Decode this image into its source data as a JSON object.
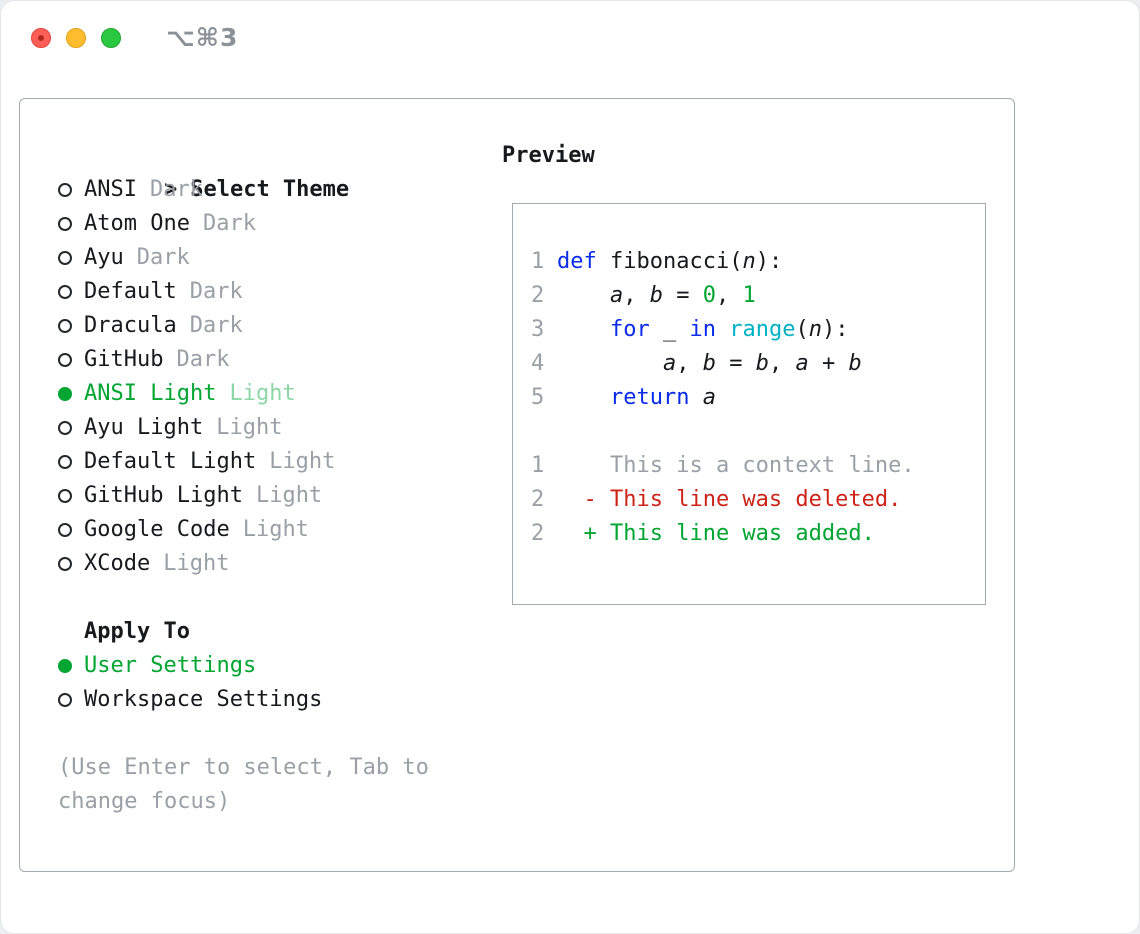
{
  "window": {
    "shortcut": "⌥⌘3"
  },
  "theme_selector": {
    "title_prefix": ">",
    "title": "Select Theme",
    "items": [
      {
        "name": "ANSI",
        "variant": "Dark",
        "selected": false
      },
      {
        "name": "Atom One",
        "variant": "Dark",
        "selected": false
      },
      {
        "name": "Ayu",
        "variant": "Dark",
        "selected": false
      },
      {
        "name": "Default",
        "variant": "Dark",
        "selected": false
      },
      {
        "name": "Dracula",
        "variant": "Dark",
        "selected": false
      },
      {
        "name": "GitHub",
        "variant": "Dark",
        "selected": false
      },
      {
        "name": "ANSI Light",
        "variant": "Light",
        "selected": true
      },
      {
        "name": "Ayu Light",
        "variant": "Light",
        "selected": false
      },
      {
        "name": "Default Light",
        "variant": "Light",
        "selected": false
      },
      {
        "name": "GitHub Light",
        "variant": "Light",
        "selected": false
      },
      {
        "name": "Google Code",
        "variant": "Light",
        "selected": false
      },
      {
        "name": "XCode",
        "variant": "Light",
        "selected": false
      }
    ],
    "apply_to": {
      "title": "Apply To",
      "options": [
        {
          "label": "User Settings",
          "selected": true
        },
        {
          "label": "Workspace Settings",
          "selected": false
        }
      ]
    },
    "hint": "(Use Enter to select, Tab to change focus)"
  },
  "preview": {
    "title": "Preview",
    "lines": [
      {
        "num": "1",
        "tokens": [
          {
            "t": "def",
            "c": "kw"
          },
          {
            "t": " fibonacci(",
            "c": "pl"
          },
          {
            "t": "n",
            "c": "va"
          },
          {
            "t": "):",
            "c": "pl"
          }
        ]
      },
      {
        "num": "2",
        "tokens": [
          {
            "t": "    ",
            "c": "pl"
          },
          {
            "t": "a",
            "c": "va"
          },
          {
            "t": ", ",
            "c": "pl"
          },
          {
            "t": "b",
            "c": "va"
          },
          {
            "t": " = ",
            "c": "pl"
          },
          {
            "t": "0",
            "c": "nu"
          },
          {
            "t": ", ",
            "c": "pl"
          },
          {
            "t": "1",
            "c": "nu"
          }
        ]
      },
      {
        "num": "3",
        "tokens": [
          {
            "t": "    ",
            "c": "pl"
          },
          {
            "t": "for",
            "c": "kw"
          },
          {
            "t": " ",
            "c": "pl"
          },
          {
            "t": "_",
            "c": "va"
          },
          {
            "t": " ",
            "c": "pl"
          },
          {
            "t": "in",
            "c": "kw"
          },
          {
            "t": " ",
            "c": "pl"
          },
          {
            "t": "range",
            "c": "fn"
          },
          {
            "t": "(",
            "c": "pl"
          },
          {
            "t": "n",
            "c": "va"
          },
          {
            "t": "):",
            "c": "pl"
          }
        ]
      },
      {
        "num": "4",
        "tokens": [
          {
            "t": "        ",
            "c": "pl"
          },
          {
            "t": "a",
            "c": "va"
          },
          {
            "t": ", ",
            "c": "pl"
          },
          {
            "t": "b",
            "c": "va"
          },
          {
            "t": " = ",
            "c": "pl"
          },
          {
            "t": "b",
            "c": "va"
          },
          {
            "t": ", ",
            "c": "pl"
          },
          {
            "t": "a",
            "c": "va"
          },
          {
            "t": " + ",
            "c": "pl"
          },
          {
            "t": "b",
            "c": "va"
          }
        ]
      },
      {
        "num": "5",
        "tokens": [
          {
            "t": "    ",
            "c": "pl"
          },
          {
            "t": "return",
            "c": "kw"
          },
          {
            "t": " ",
            "c": "pl"
          },
          {
            "t": "a",
            "c": "va"
          }
        ]
      },
      {
        "num": "",
        "tokens": []
      },
      {
        "num": "1",
        "tokens": [
          {
            "t": "    This is a context line.",
            "c": "ctx"
          }
        ]
      },
      {
        "num": "2",
        "tokens": [
          {
            "t": "  - This line was deleted.",
            "c": "del"
          }
        ]
      },
      {
        "num": "2",
        "tokens": [
          {
            "t": "  + This line was added.",
            "c": "add"
          }
        ]
      }
    ]
  },
  "colors": {
    "accent_green": "#00a532",
    "selected_variant_green": "#8bd7a6",
    "keyword_blue": "#0a2be8",
    "builtin_cyan": "#00b2c4",
    "deleted_red": "#cc2418",
    "muted_gray": "#9aa0a6",
    "text_dark": "#17191c"
  }
}
